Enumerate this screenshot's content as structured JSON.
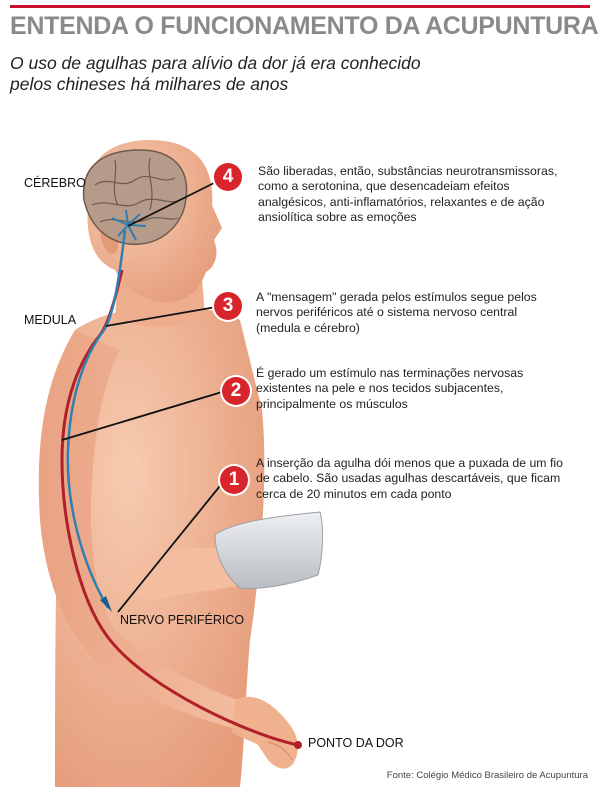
{
  "title": "ENTENDA O FUNCIONAMENTO DA ACUPUNTURA",
  "subtitle_lines": [
    "O uso de agulhas para alívio da dor já era conhecido",
    "pelos chineses há milhares de anos"
  ],
  "labels": {
    "brain": "CÉREBRO",
    "spinal_cord": "MEDULA",
    "peripheral_nerve": "NERVO PERIFÉRICO",
    "pain_point": "PONTO DA DOR"
  },
  "steps": [
    {
      "number": "1",
      "lines": [
        "A inserção da agulha dói menos que a puxada de um fio",
        "de cabelo. São usadas agulhas descartáveis, que ficam",
        "cerca de 20 minutos em cada ponto"
      ]
    },
    {
      "number": "2",
      "lines": [
        "É gerado um estímulo nas terminações nervosas",
        "existentes na pele e nos tecidos subjacentes,",
        "principalmente os músculos"
      ]
    },
    {
      "number": "3",
      "lines": [
        "A \"mensagem\" gerada pelos estímulos segue pelos",
        "nervos periféricos até o sistema nervoso central",
        "(medula e cérebro)"
      ]
    },
    {
      "number": "4",
      "lines": [
        "São liberadas, então, substâncias neurotransmissoras,",
        "como a serotonina, que desencadeiam efeitos",
        "analgésicos, anti-inflamatórios, relaxantes e de ação",
        "ansiolítica sobre as emoções"
      ]
    }
  ],
  "source": "Fonte: Colégio Médico Brasileiro de Acupuntura",
  "colors": {
    "accent": "#d8242b",
    "skin": "#f2b896",
    "nerve_blue": "#2f7fb0",
    "nerve_red": "#b0202a"
  }
}
